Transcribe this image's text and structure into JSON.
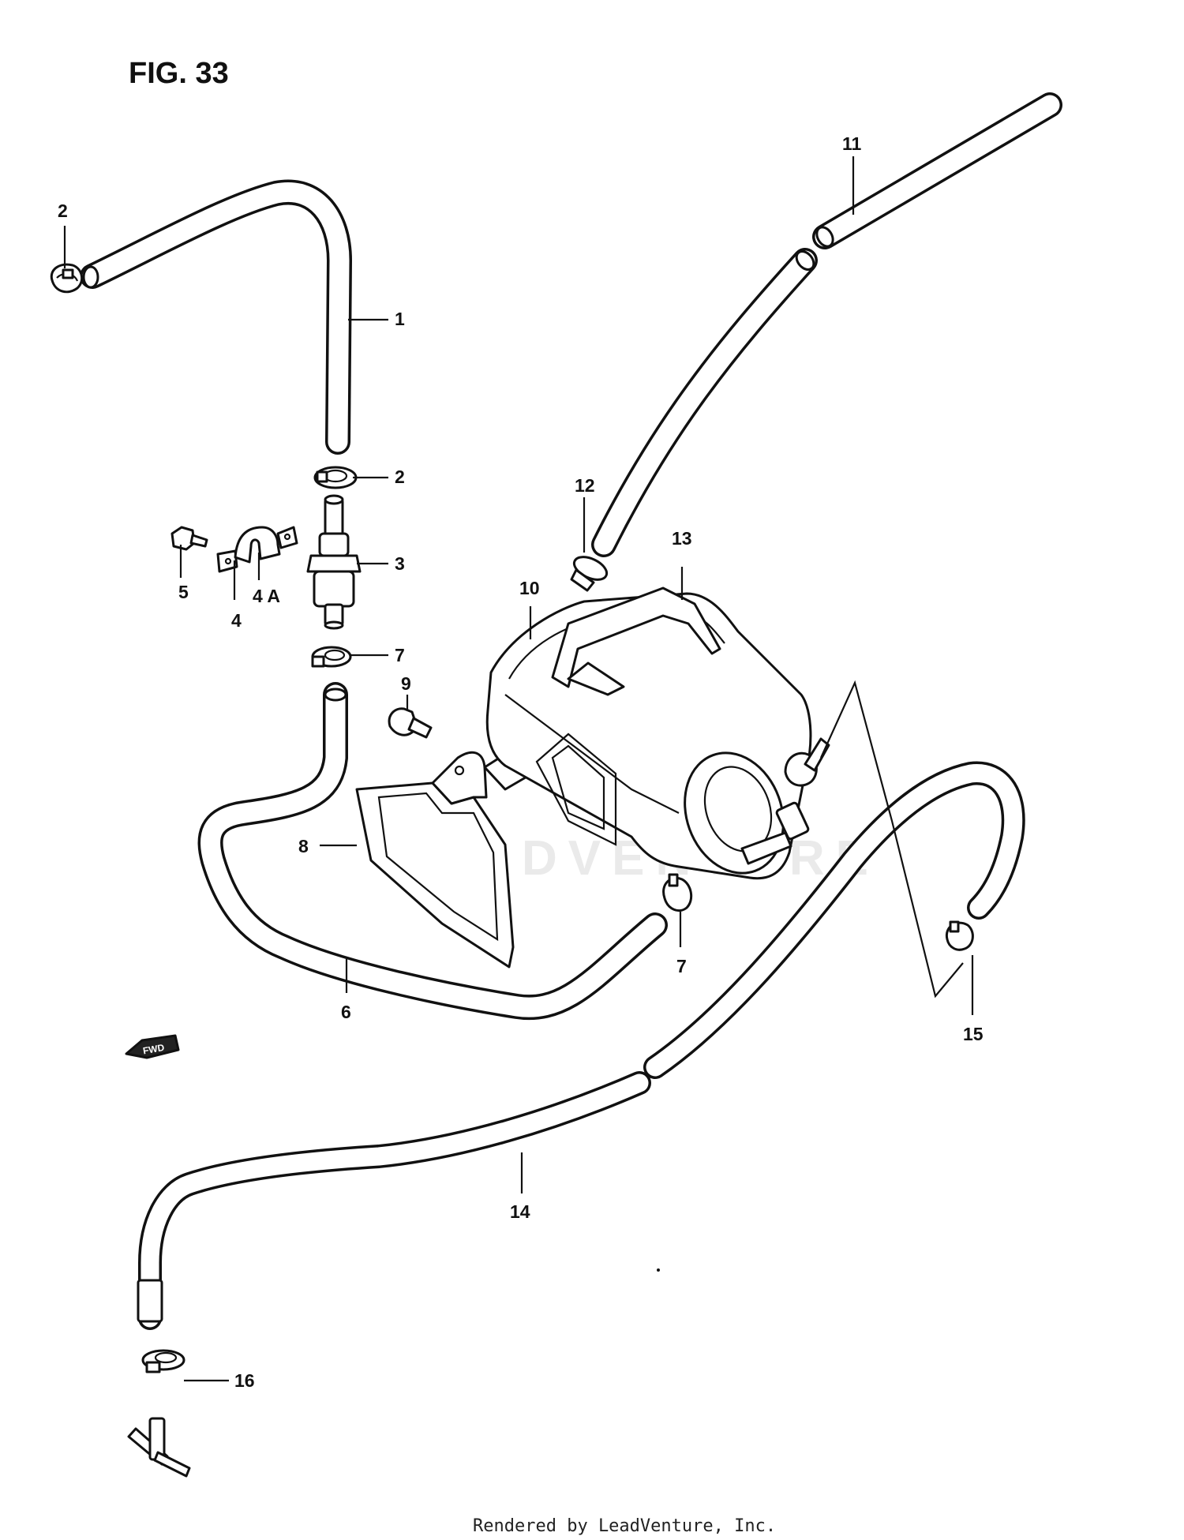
{
  "figure": {
    "title": "FIG. 33",
    "footer": "Rendered by LeadVenture, Inc.",
    "watermark": "LEADVENTURE",
    "fwd_badge": "FWD"
  },
  "callouts": {
    "c1": "1",
    "c2a": "2",
    "c2b": "2",
    "c3": "3",
    "c4": "4",
    "c4a": "4 A",
    "c5": "5",
    "c6": "6",
    "c7a": "7",
    "c7b": "7",
    "c8": "8",
    "c9": "9",
    "c10": "10",
    "c11": "11",
    "c12": "12",
    "c13": "13",
    "c14": "14",
    "c15": "15",
    "c16": "16"
  }
}
